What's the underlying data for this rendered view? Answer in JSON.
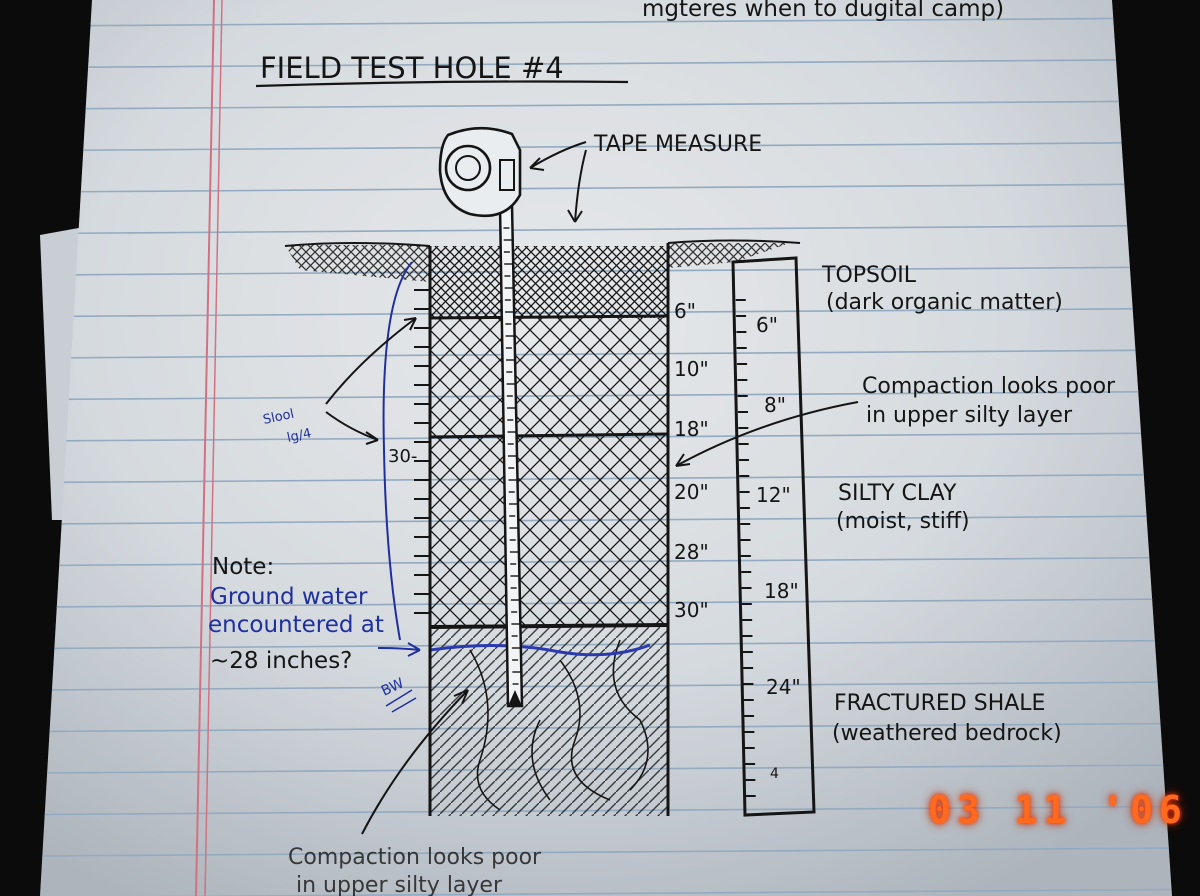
{
  "page": {
    "top_note": "mgteres when to dugital camp)",
    "title": "FIELD TEST HOLE #4"
  },
  "labels": {
    "tape_measure": "TAPE MEASURE",
    "topsoil_name": "TOPSOIL",
    "topsoil_desc": "(dark organic matter)",
    "compaction_note_line1": "Compaction looks poor",
    "compaction_note_line2": "in upper silty layer",
    "silty_clay_name": "SILTY CLAY",
    "silty_clay_desc": "(moist, stiff)",
    "shale_name": "FRACTURED SHALE",
    "shale_desc": "(weathered bedrock)",
    "bottom_note_line1": "Compaction looks poor",
    "bottom_note_line2": "in upper silty layer"
  },
  "blue_notes": {
    "scribble_line1": "Slool",
    "scribble_line2": "lg/4",
    "depth_30": "30-",
    "note_title": "Note:",
    "note_line1": "Ground water",
    "note_line2": "encountered at",
    "note_line3": "~28 inches?",
    "bw_mark": "BW"
  },
  "depth_marks": [
    "6\"",
    "10\"",
    "18\"",
    "20\"",
    "28\"",
    "30\""
  ],
  "ruler_marks": [
    "6\"",
    "8\"",
    "12\"",
    "18\"",
    "24\"",
    "4"
  ],
  "timestamp": "03 11 '06",
  "colors": {
    "paper": "#e8ecf0",
    "rule_line": "#9db5cc",
    "margin_line": "#e07a8a",
    "ink": "#151515",
    "blue_ink": "#1f2f9e",
    "timestamp": "#ff6a1e"
  }
}
